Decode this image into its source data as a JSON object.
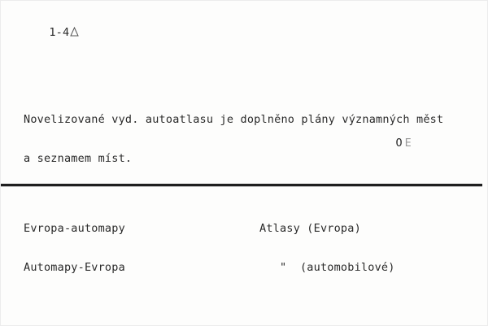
{
  "card": {
    "code": "1-4",
    "abstract_lines": [
      "Novelizované vyd. autoatlasu je doplněno plány významných měst",
      "a seznamem míst."
    ],
    "initials": [
      "O",
      "E"
    ],
    "subject_terms_left": [
      "Evropa-automapy",
      "Automapy-Evropa"
    ],
    "subject_terms_right": [
      "Atlasy (Evropa)",
      "   \"  (automobilové)"
    ]
  }
}
